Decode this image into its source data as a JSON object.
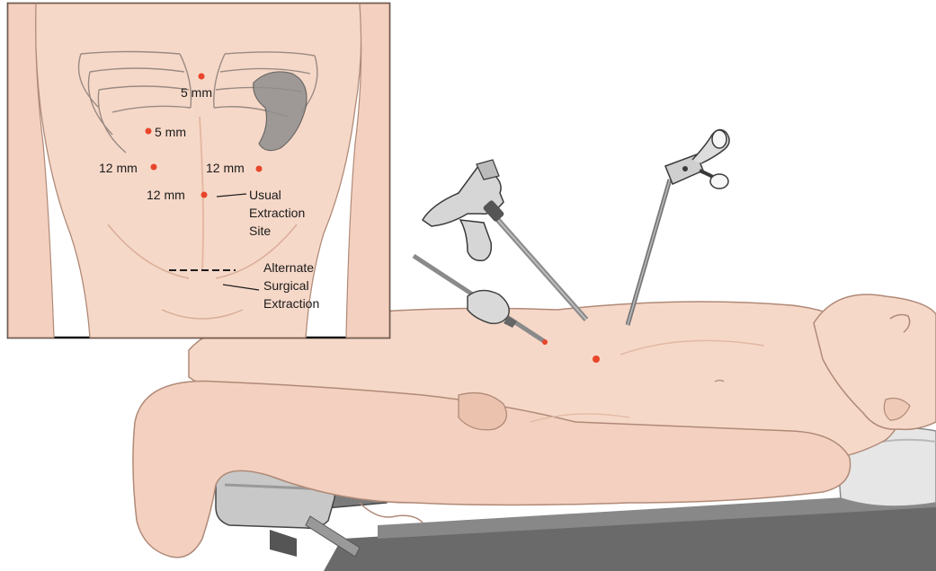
{
  "port_labels": {
    "upper_midline": "5 mm",
    "upper_left": "5 mm",
    "left_lower": "12 mm",
    "right_lower": "12 mm",
    "umbilical": "12 mm"
  },
  "annotations": {
    "usual_extraction": [
      "Usual",
      "Extraction",
      "Site"
    ],
    "alternate_extraction": [
      "Alternate",
      "Surgical",
      "Extraction"
    ]
  },
  "colors": {
    "skin": "#f6d8c8",
    "skin_shadow": "#e9bfa8",
    "outline": "#b08a78",
    "port_marker": "#e8452a",
    "instrument_metal": "#9a9a9a",
    "instrument_dark": "#4a4a4a",
    "table": "#6a6a6a",
    "table_top": "#d0d0d0",
    "inset_border": "#111111"
  },
  "icons": {
    "grasper": "laparoscopic-grasper-icon",
    "scissors": "laparoscopic-scissors-icon",
    "trocar": "trocar-icon",
    "camera": "laparoscope-camera-icon"
  }
}
